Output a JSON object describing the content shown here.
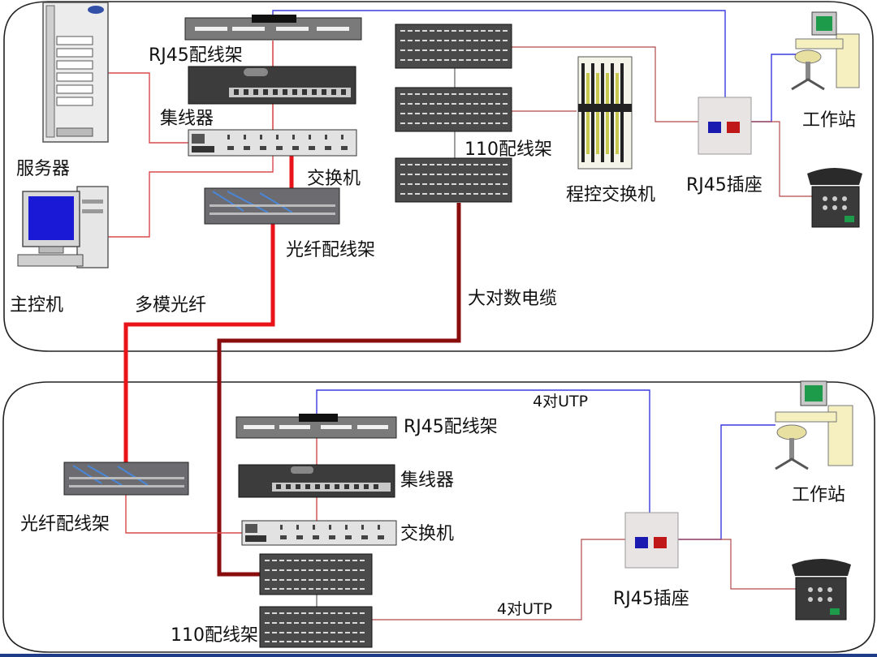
{
  "labels": {
    "server": "服务器",
    "host": "主控机",
    "rj45_panel_top": "RJ45配线架",
    "hub_top": "集线器",
    "switch_top": "交换机",
    "fiber_panel_top": "光纤配线架",
    "multimode_fiber": "多模光纤",
    "panel110_top": "110配线架",
    "large_pair_cable": "大对数电缆",
    "pbx": "程控交换机",
    "rj45_outlet_top": "RJ45插座",
    "workstation_top": "工作站",
    "utp_top": "4对UTP",
    "rj45_panel_bottom": "RJ45配线架",
    "hub_bottom": "集线器",
    "switch_bottom": "交换机",
    "fiber_panel_bottom": "光纤配线架",
    "utp_bottom": "4对UTP",
    "rj45_outlet_bottom": "RJ45插座",
    "workstation_bottom": "工作站",
    "panel110_bottom": "110配线架"
  },
  "colors": {
    "fiber": "#e8141a",
    "large_cable": "#8a0d0d",
    "thin_red": "#d84a4a",
    "utp_blue": "#3a3ae0",
    "device_dark": "#3c3c3c",
    "bottom_bar": "#1f3c88"
  }
}
